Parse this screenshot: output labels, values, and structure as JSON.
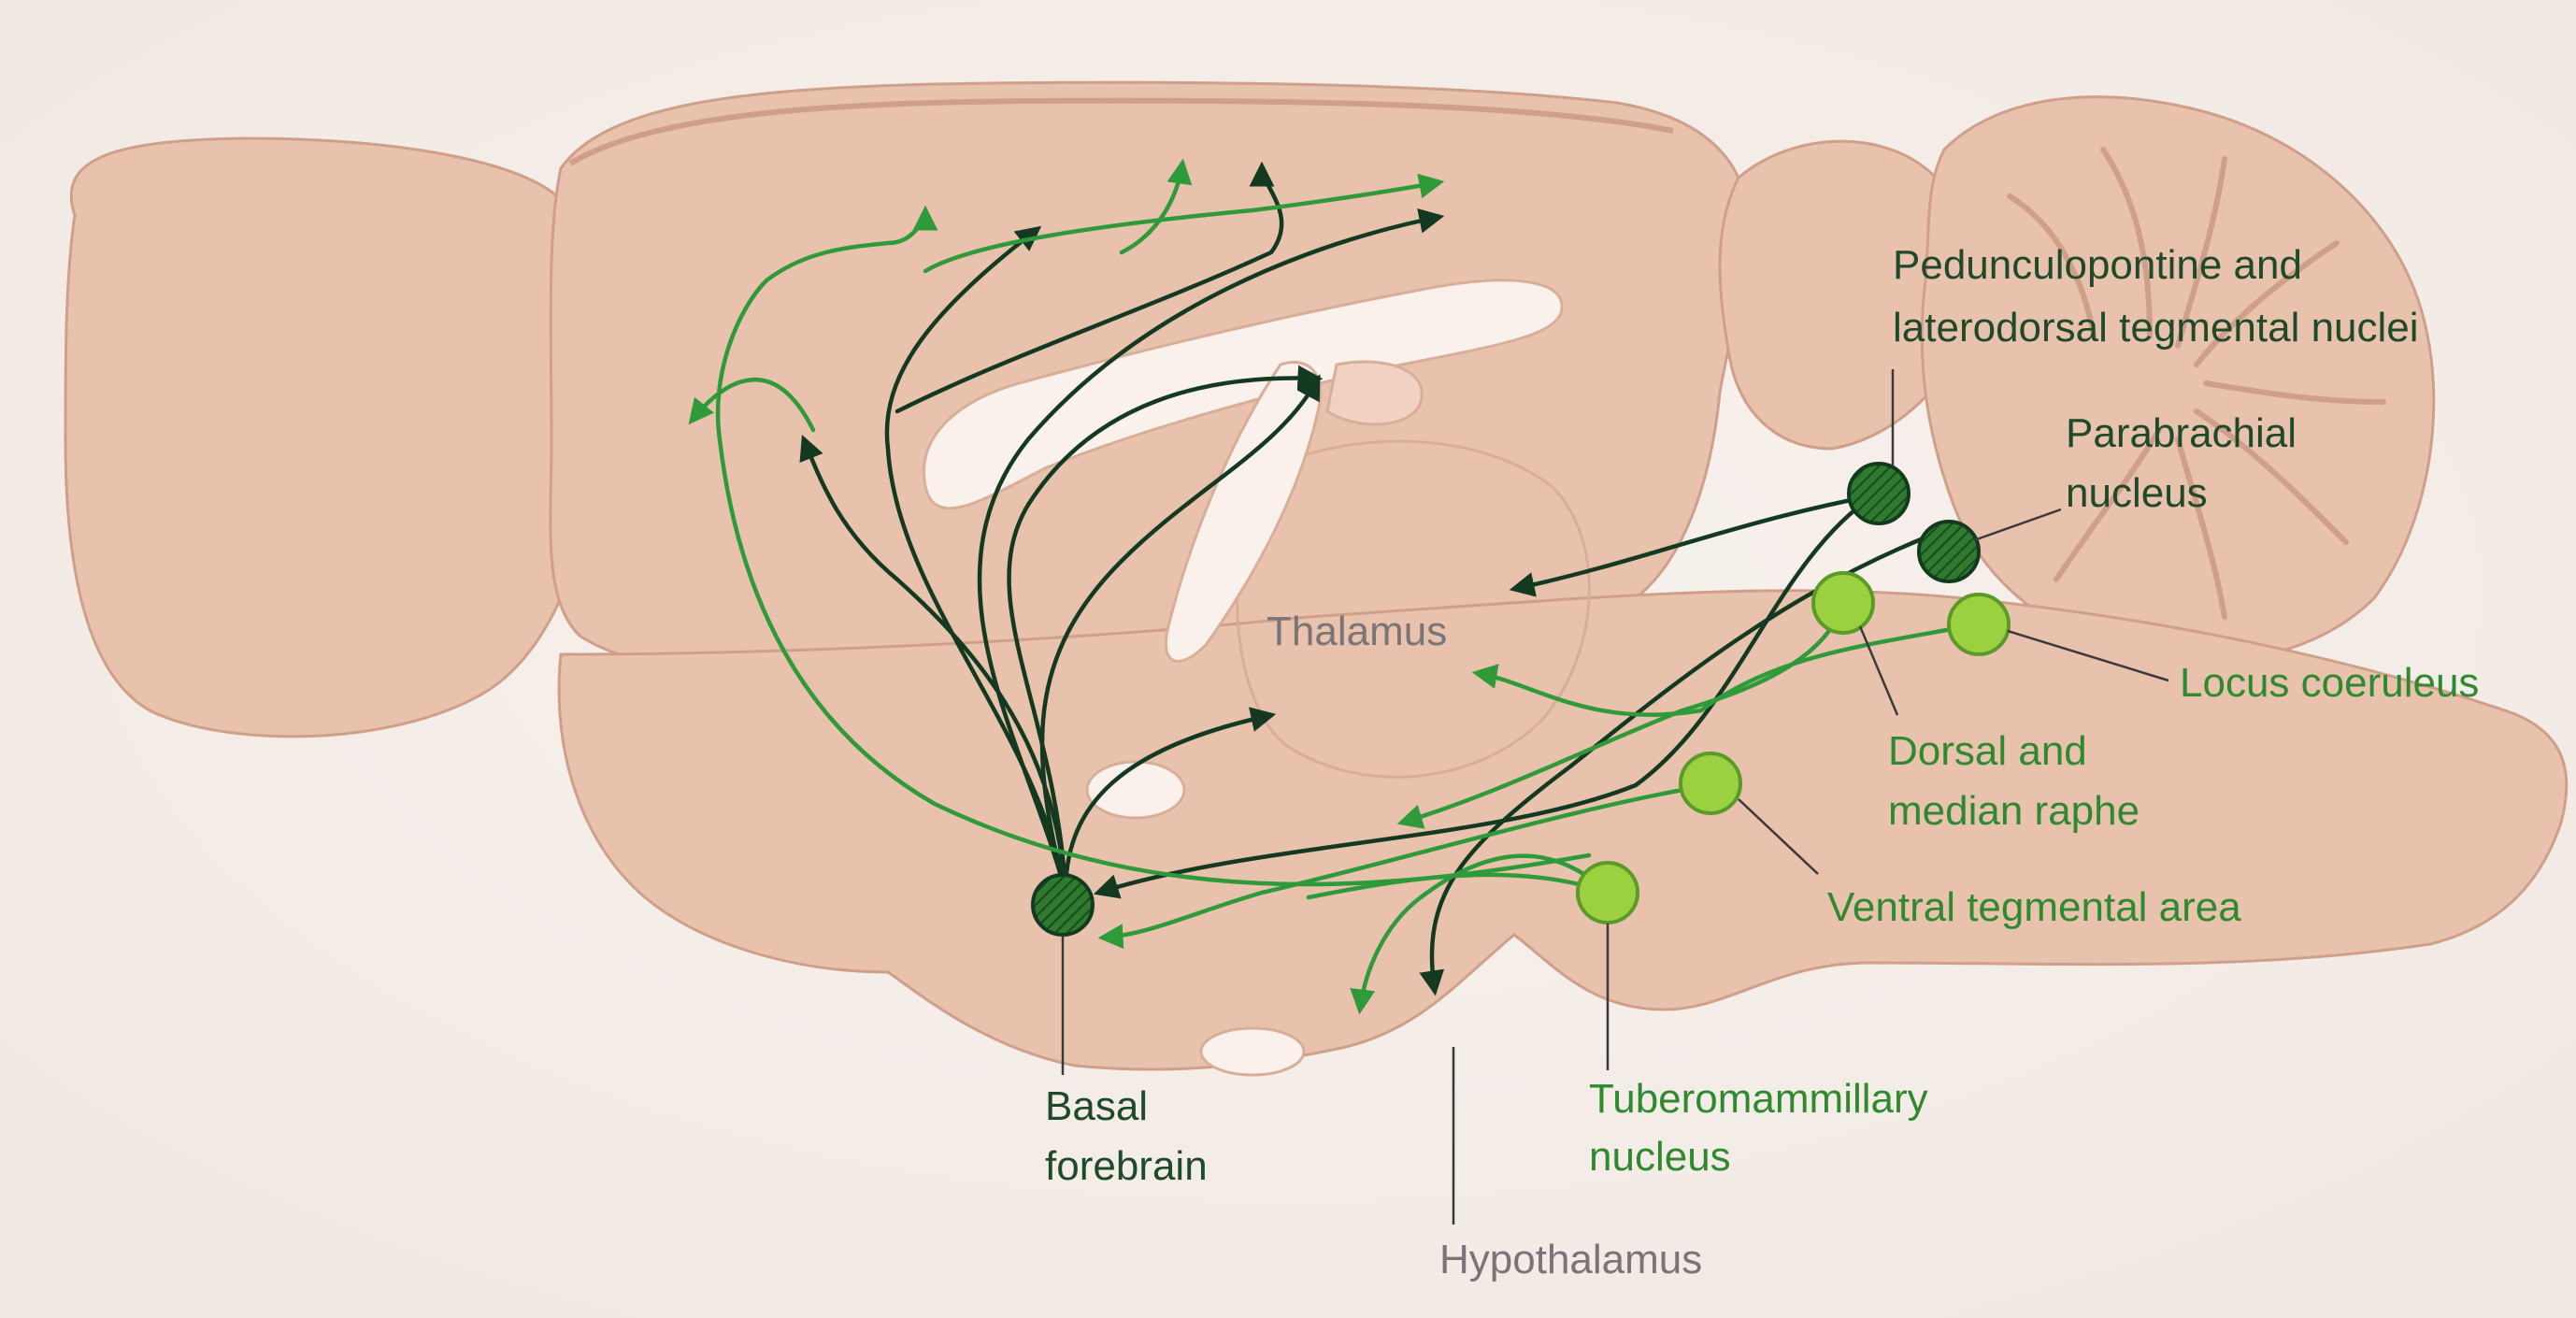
{
  "colors": {
    "background": "#f6f0ec",
    "tissue": "#e8c2ad",
    "tissue_shadow": "#cf9f8a",
    "ventricle": "#fbf1ec",
    "dark_pathway": "#133a20",
    "light_pathway": "#2f9a3a",
    "light_nucleus": "#9bd040",
    "dark_nucleus": "#2f7a2f"
  },
  "labels": {
    "pedunculopontine_line1": "Pedunculopontine and",
    "pedunculopontine_line2": "laterodorsal tegmental nuclei",
    "parabrachial_line1": "Parabrachial",
    "parabrachial_line2": "nucleus",
    "locus_coeruleus": "Locus coeruleus",
    "dorsal_raphe_line1": "Dorsal and",
    "dorsal_raphe_line2": "median raphe",
    "vta": "Ventral tegmental area",
    "tuberomammillary_line1": "Tuberomammillary",
    "tuberomammillary_line2": "nucleus",
    "basal_forebrain_line1": "Basal",
    "basal_forebrain_line2": "forebrain",
    "hypothalamus": "Hypothalamus",
    "thalamus": "Thalamus"
  }
}
